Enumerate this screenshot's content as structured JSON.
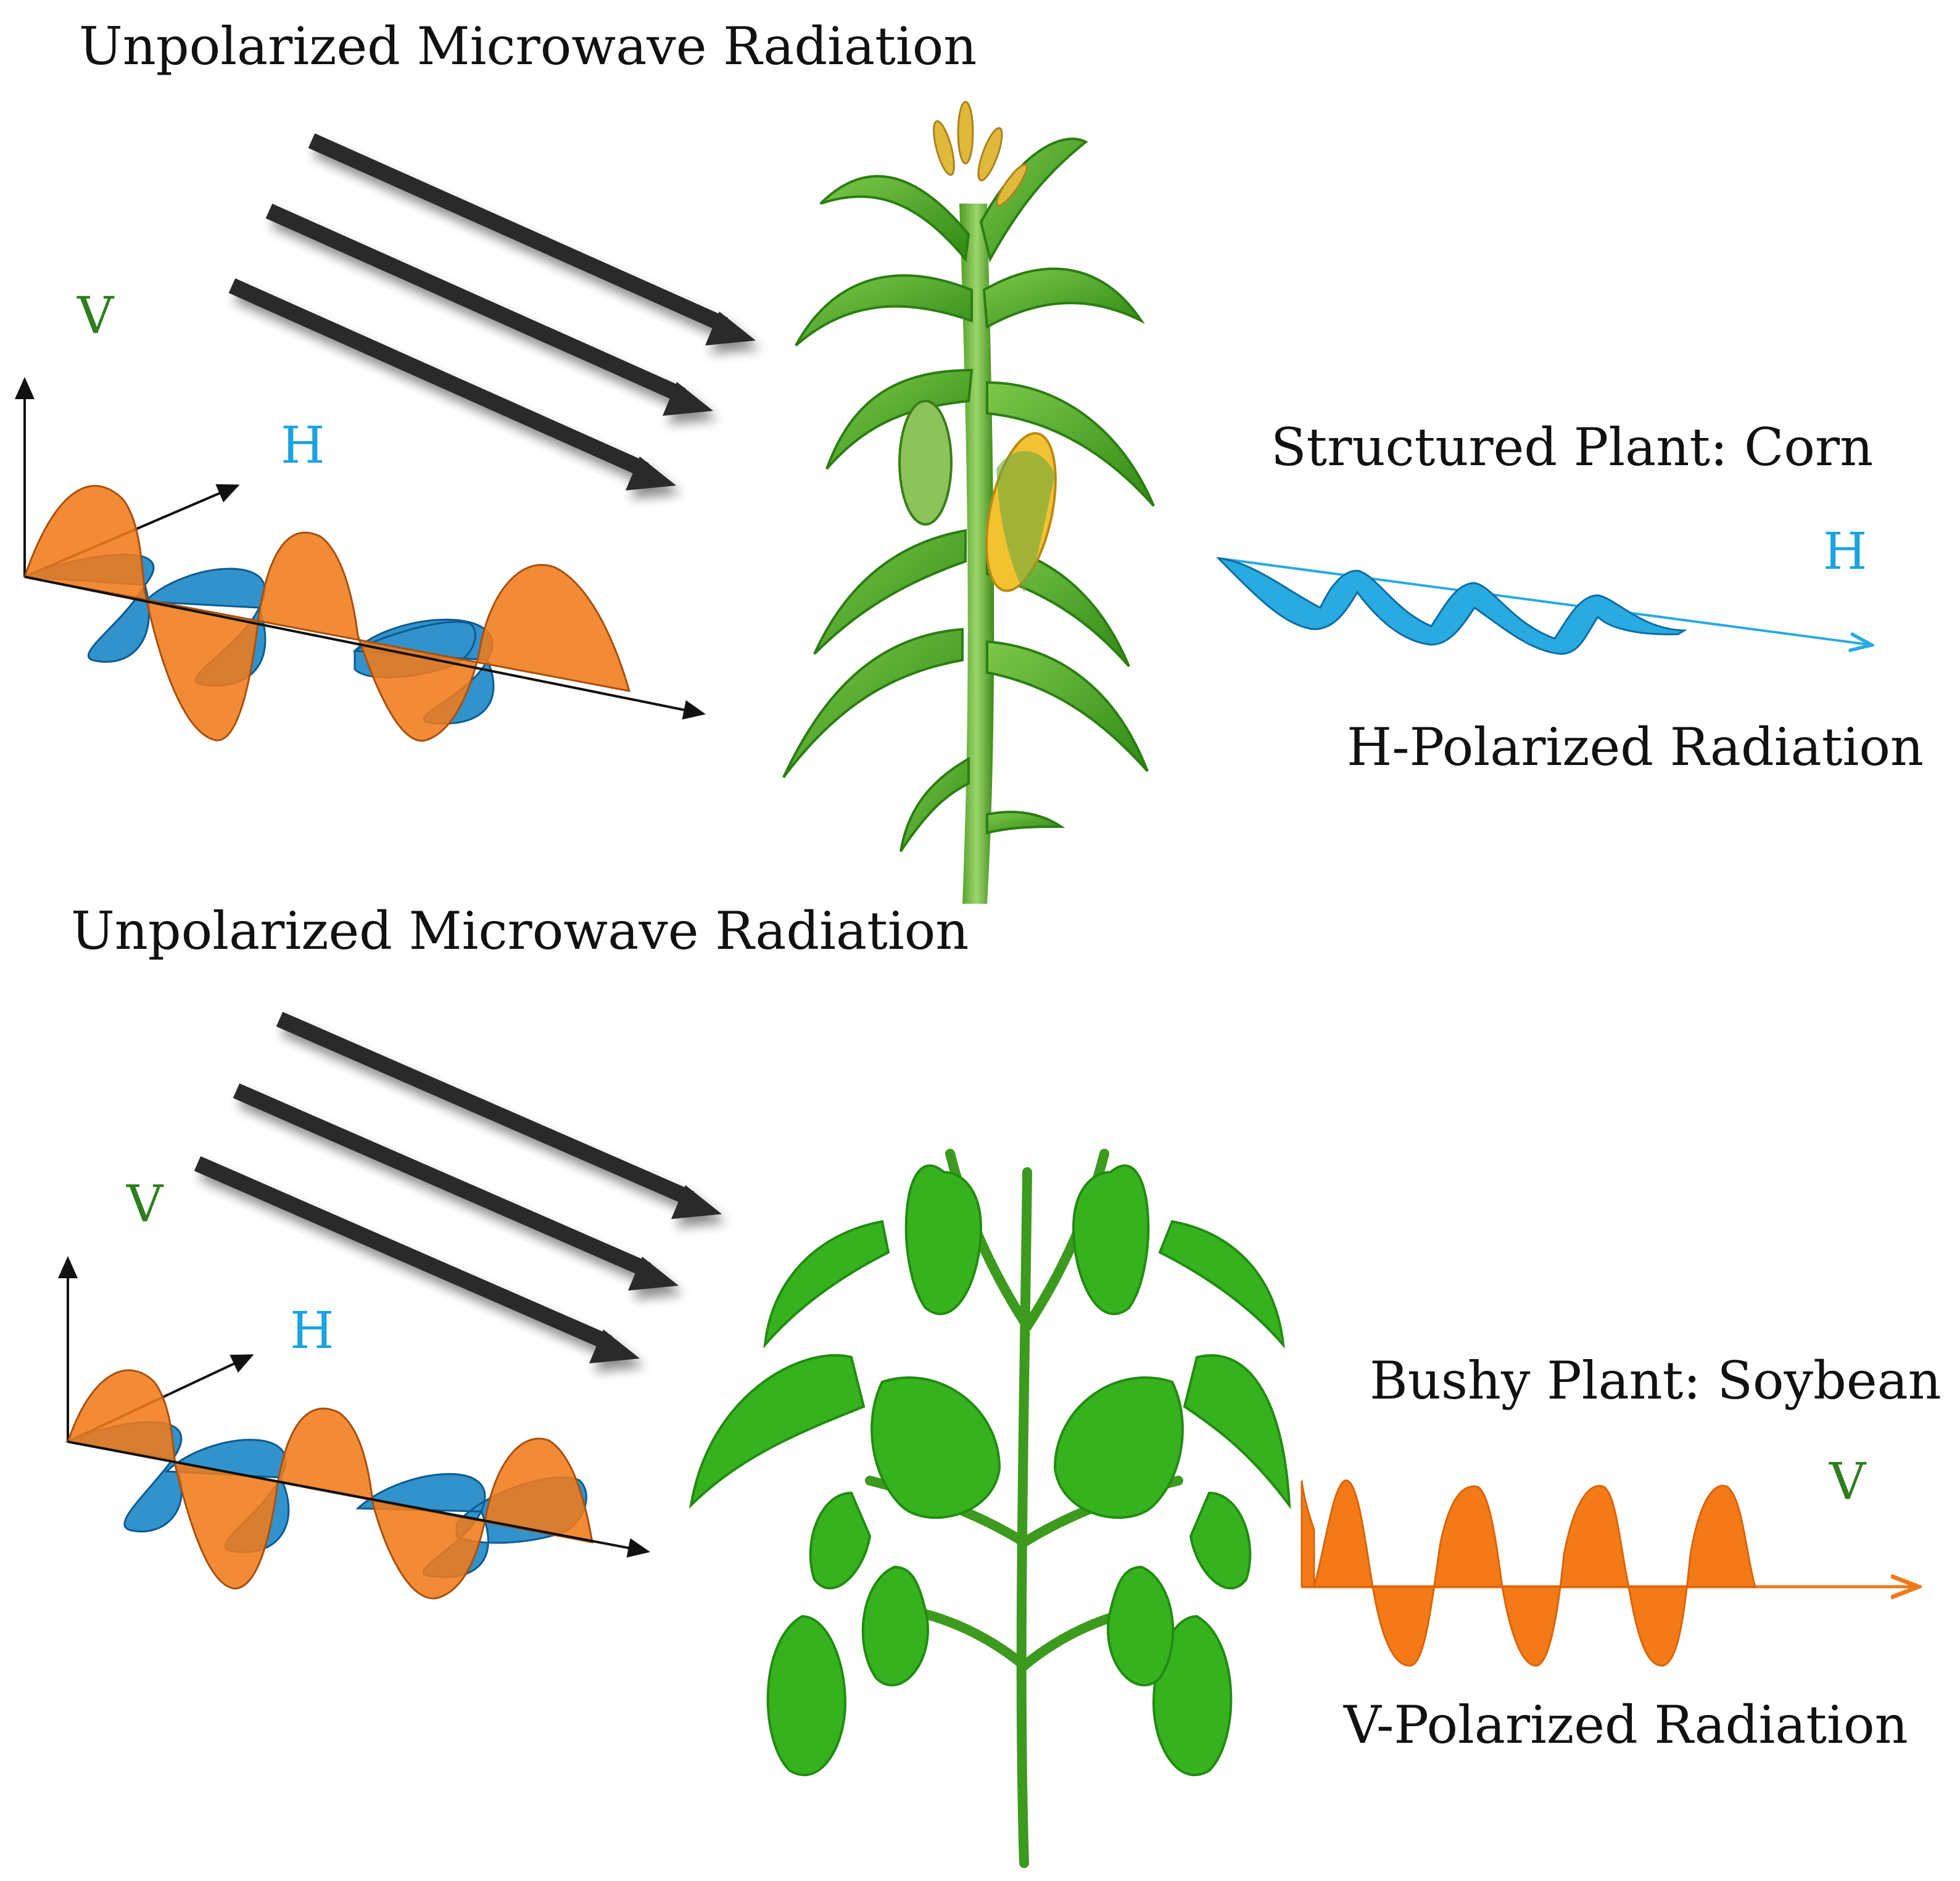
{
  "top_panel": {
    "incoming_label": "Unpolarized Microwave Radiation",
    "axis_v": "V",
    "axis_h": "H",
    "plant_label": "Structured Plant: Corn",
    "outgoing_axis": "H",
    "outgoing_label": "H-Polarized Radiation",
    "plant_icon": "corn-plant"
  },
  "bottom_panel": {
    "incoming_label": "Unpolarized Microwave Radiation",
    "axis_v": "V",
    "axis_h": "H",
    "plant_label": "Bushy Plant: Soybean",
    "outgoing_axis": "V",
    "outgoing_label": "V-Polarized Radiation",
    "plant_icon": "soybean-plant"
  },
  "colors": {
    "v_label": "#2e7d1e",
    "h_label": "#1aa3e0",
    "v_wave": "#f07a1a",
    "h_wave": "#1b86c6",
    "h_wave_out": "#29aae1",
    "arrow": "#2a2a2a",
    "plant_dark": "#2f8a14",
    "plant_light": "#5cc23a",
    "corn_cob": "#f2c230"
  }
}
